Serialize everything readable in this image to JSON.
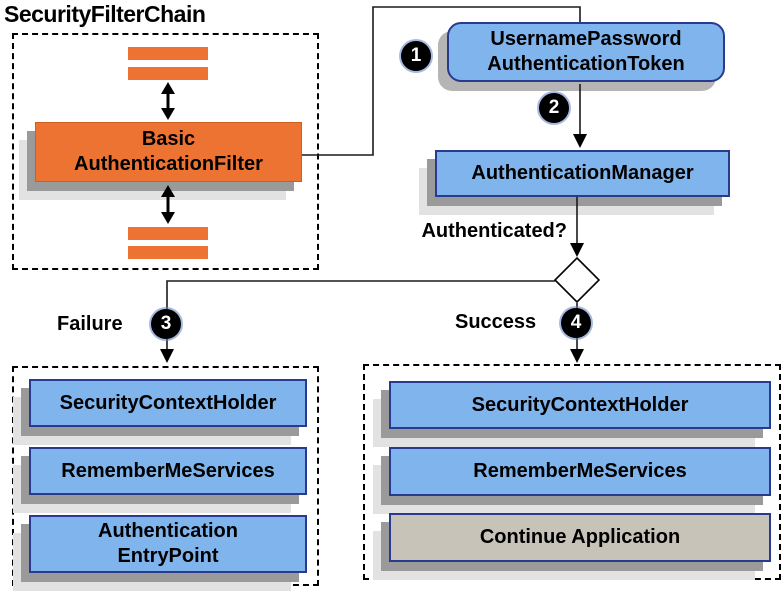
{
  "diagram": {
    "title": "SecurityFilterChain",
    "filter_box": {
      "line1": "Basic",
      "line2": "AuthenticationFilter"
    },
    "token_box": {
      "line1": "UsernamePassword",
      "line2": "AuthenticationToken"
    },
    "manager_box": {
      "label": "AuthenticationManager"
    },
    "decision": {
      "question": "Authenticated?",
      "failure_label": "Failure",
      "success_label": "Success"
    },
    "badges": {
      "one": "1",
      "two": "2",
      "three": "3",
      "four": "4"
    },
    "failure_panel": {
      "boxes": [
        {
          "line1": "SecurityContextHolder"
        },
        {
          "line1": "RememberMeServices"
        },
        {
          "line1": "Authentication",
          "line2": "EntryPoint"
        }
      ]
    },
    "success_panel": {
      "boxes": [
        {
          "line1": "SecurityContextHolder"
        },
        {
          "line1": "RememberMeServices"
        },
        {
          "line1": "Continue Application"
        }
      ]
    }
  },
  "colors": {
    "orange_fill": "#ED7333",
    "blue_fill": "#7FB4EC",
    "navy_border": "#2A3B8F",
    "gray_fill": "#C7C3B9",
    "shadow_dark": "#9A9A9A",
    "shadow_light": "#E2E2E2",
    "line": "#1A1A1A",
    "badge_bg": "#000000",
    "badge_text": "#FFFFFF"
  }
}
